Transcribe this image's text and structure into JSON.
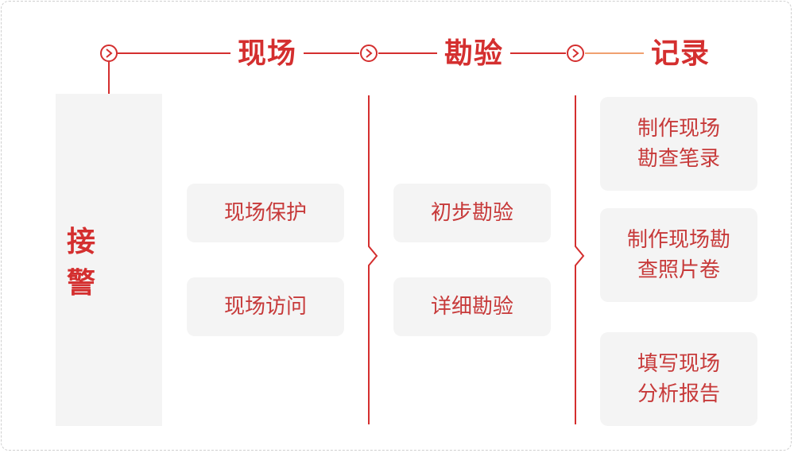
{
  "start": {
    "label": "接 警"
  },
  "stages": [
    {
      "title": "现场",
      "items": [
        "现场保护",
        "现场访问"
      ]
    },
    {
      "title": "勘验",
      "items": [
        "初步勘验",
        "详细勘验"
      ]
    },
    {
      "title": "记录",
      "items": [
        "制作现场勘查笔录",
        "制作现场勘查照片卷",
        "填写现场分析报告"
      ]
    }
  ],
  "colors": {
    "accent": "#d42f2f",
    "box_text": "#c73a3a",
    "box_bg": "#f4f4f4",
    "connector_orange": "#f0a070"
  }
}
